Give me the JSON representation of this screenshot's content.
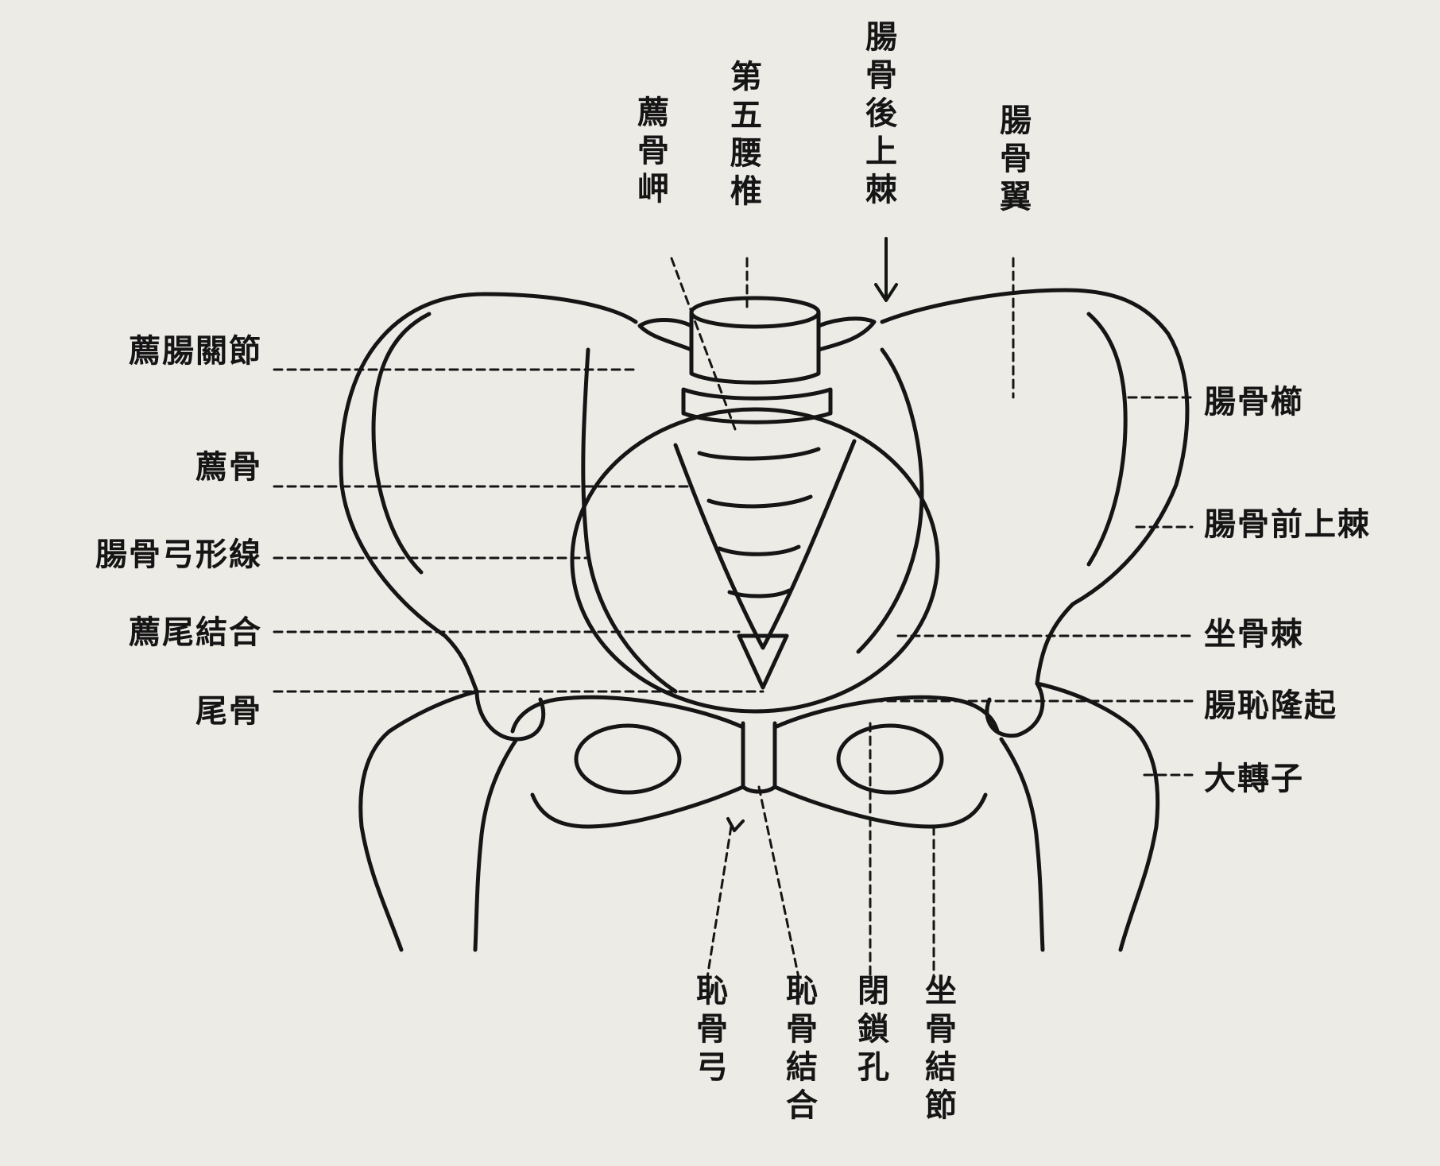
{
  "labels": {
    "sacral_promontory": "薦骨岬",
    "fifth_lumbar": "第五腰椎",
    "psis": "腸骨後上棘",
    "iliac_wing": "腸骨翼",
    "si_joint": "薦腸關節",
    "sacrum": "薦骨",
    "arcuate_line": "腸骨弓形線",
    "sacrococcygeal": "薦尾結合",
    "coccyx": "尾骨",
    "iliac_crest": "腸骨櫛",
    "asis": "腸骨前上棘",
    "ischial_spine": "坐骨棘",
    "iliopubic_eminence": "腸恥隆起",
    "greater_trochanter": "大轉子",
    "pubic_arch": "恥骨弓",
    "pubic_symphysis": "恥骨結合",
    "obturator_foramen": "閉鎖孔",
    "ischial_tuberosity": "坐骨結節"
  },
  "colors": {
    "paper": "#ecebe6",
    "ink": "#151515"
  }
}
